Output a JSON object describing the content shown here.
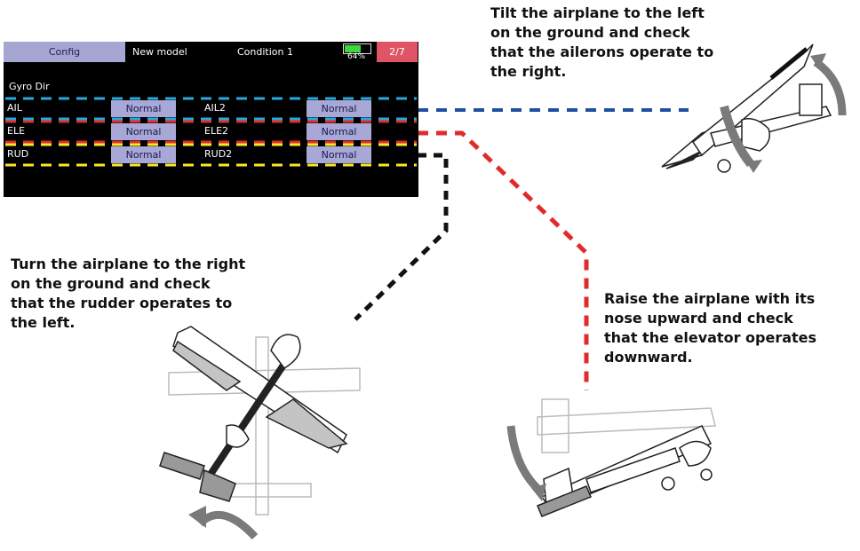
{
  "screen": {
    "tab_config": "Config",
    "model_name": "New model",
    "condition": "Condition 1",
    "battery_percent": "64%",
    "battery_level": 0.64,
    "page": "2/7",
    "title": "Gyro Dir",
    "rows": [
      {
        "left_label": "AIL",
        "left_value": "Normal",
        "right_label": "AIL2",
        "right_value": "Normal",
        "color": "#27a9e1"
      },
      {
        "left_label": "ELE",
        "left_value": "Normal",
        "right_label": "ELE2",
        "right_value": "Normal",
        "color": "#e02b2b"
      },
      {
        "left_label": "RUD",
        "left_value": "Normal",
        "right_label": "RUD2",
        "right_value": "Normal",
        "color": "#f7e82a"
      }
    ]
  },
  "captions": {
    "aileron": "Tilt the airplane to the left\non the ground and check\nthat the ailerons operate to\nthe right.",
    "rudder": "Turn the airplane to the right\non the ground and check\nthat the rudder operates to\nthe left.",
    "elevator": "Raise the airplane with its\nnose upward and check\nthat the elevator operates\ndownward."
  },
  "colors": {
    "aileron_line": "#1f4fa0",
    "elevator_line": "#e02b2b",
    "rudder_line": "#111111",
    "arrow_gray": "#7a7a7a"
  }
}
